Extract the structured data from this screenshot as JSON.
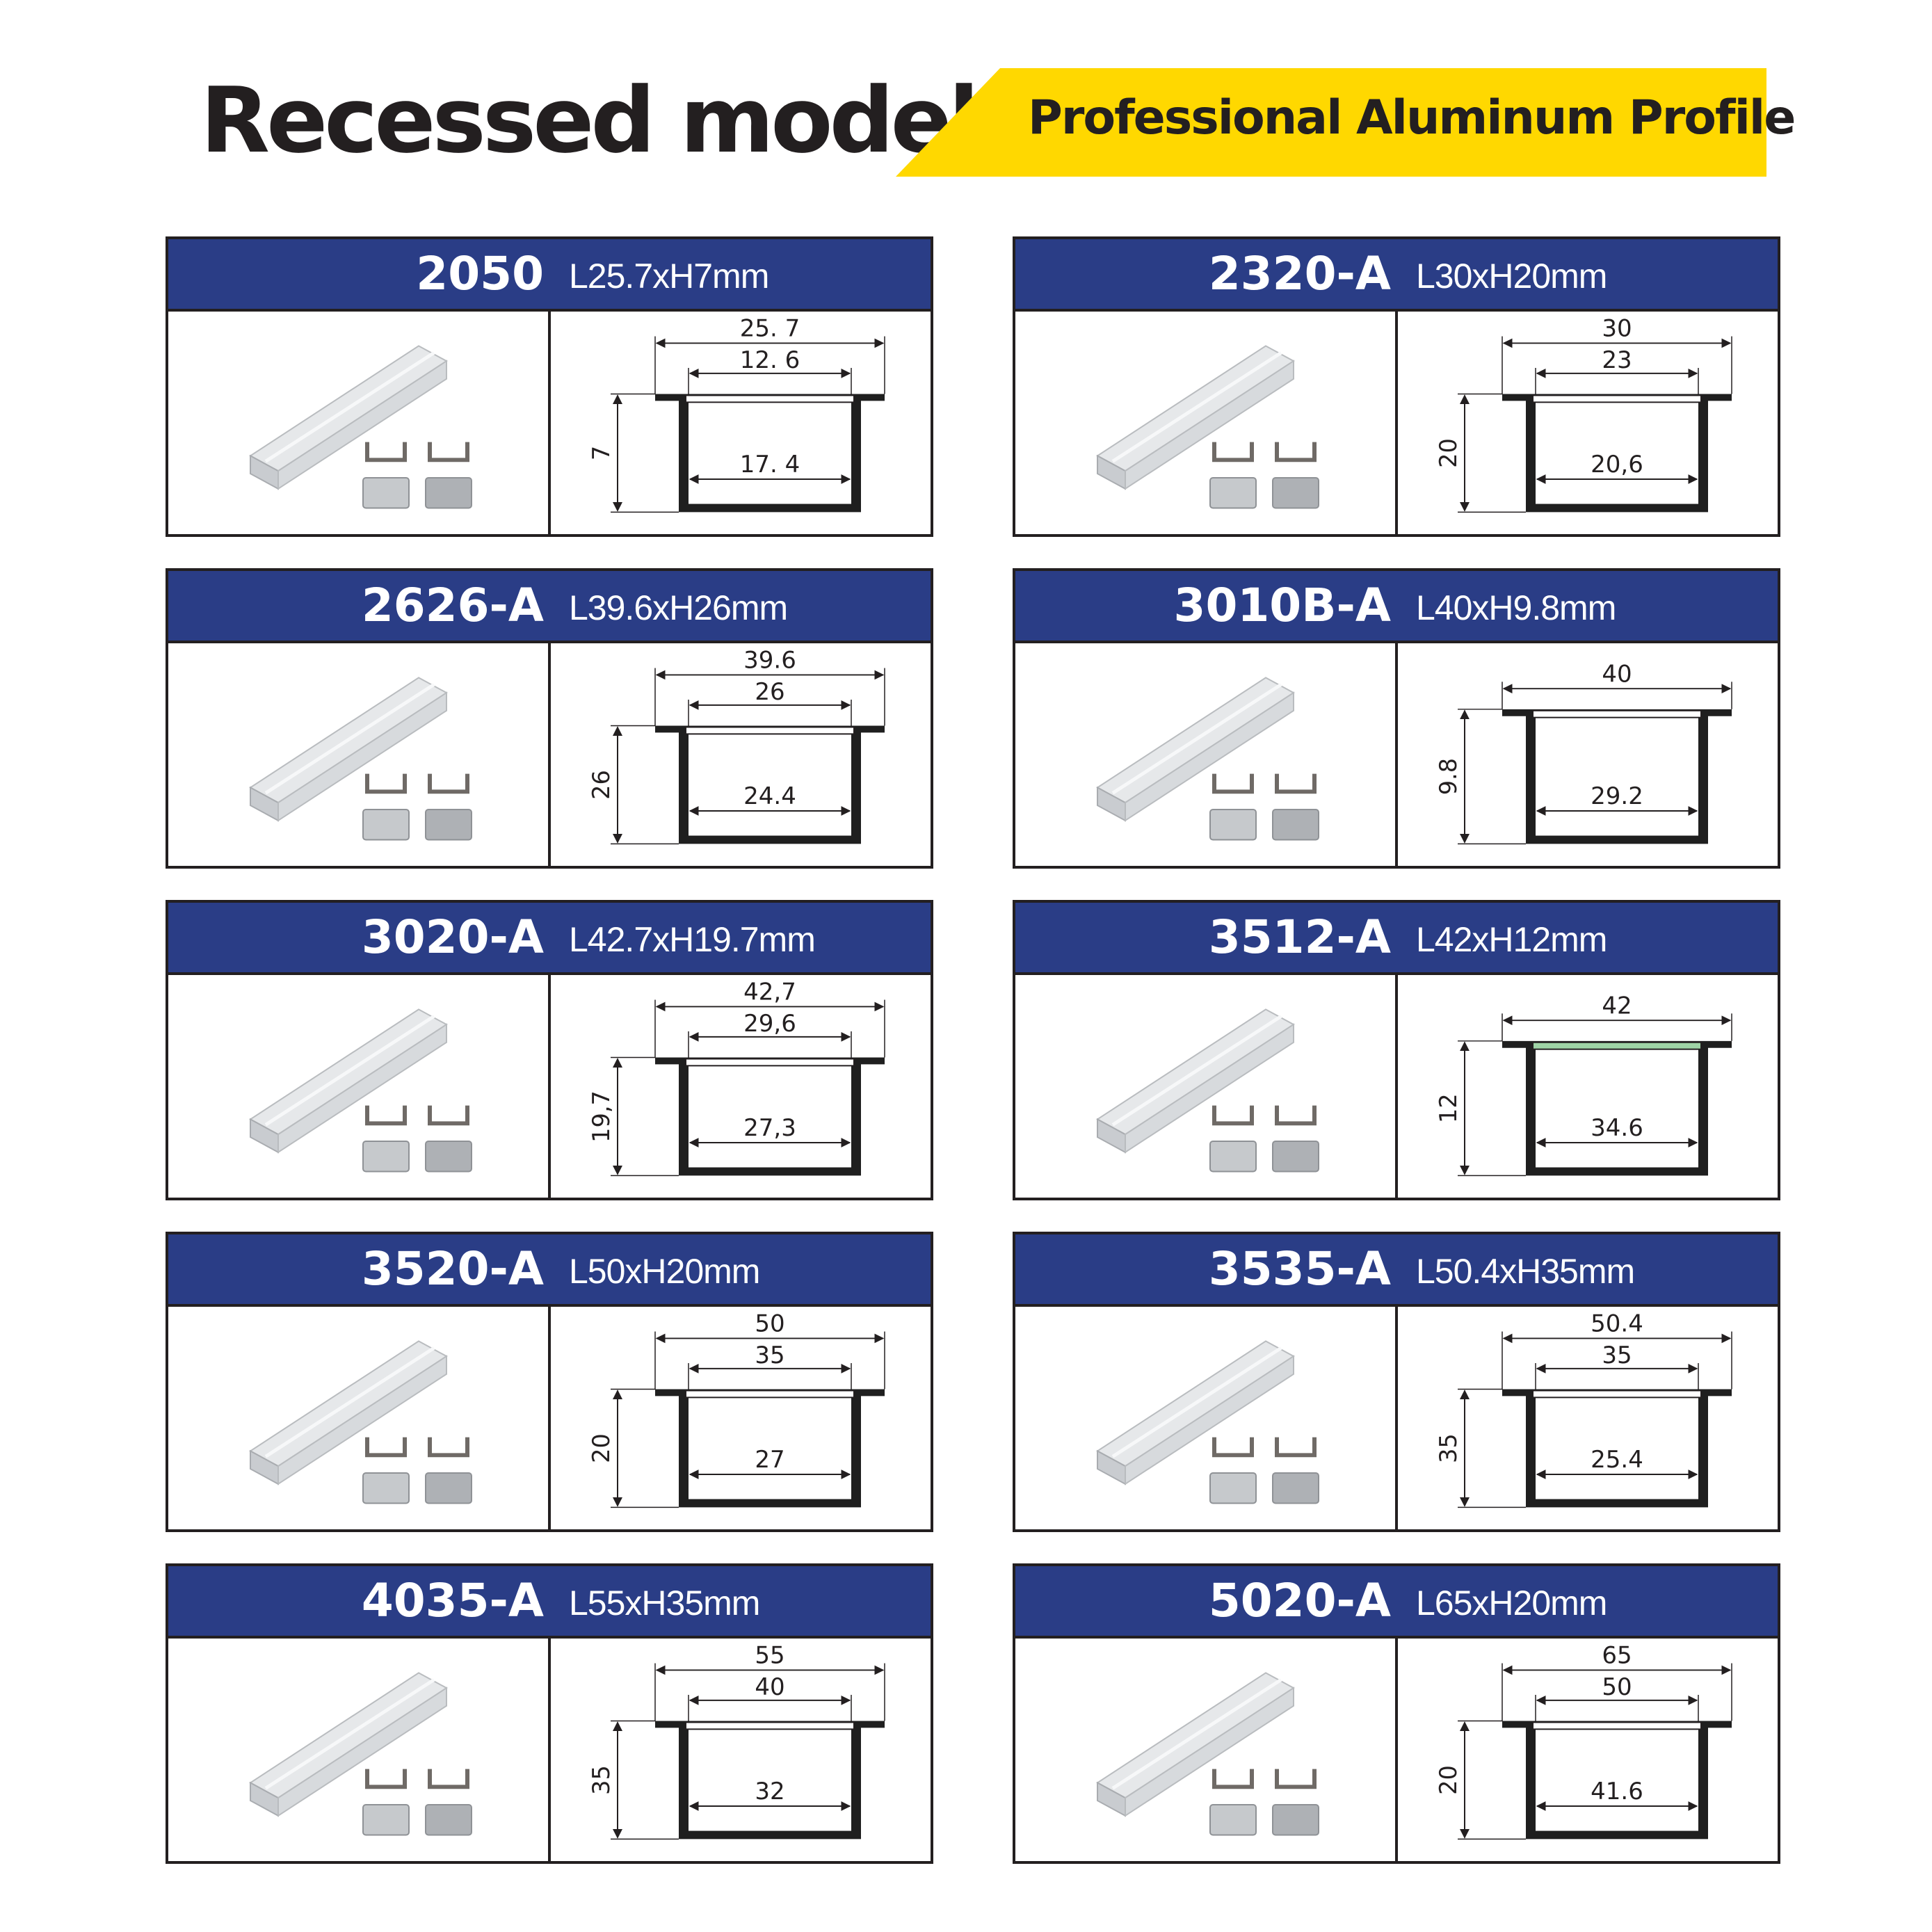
{
  "header": {
    "title": "Recessed model",
    "banner": "Professional Aluminum Profile"
  },
  "colors": {
    "banner": "#ffd800",
    "card_header": "#2a3d86",
    "border": "#231f20",
    "diffuser_green": "#9fd4a6"
  },
  "products": [
    {
      "model": "2050",
      "dims": "L25.7xH7mm",
      "drawing": {
        "outer": "25. 7",
        "inner": "12. 6",
        "bottom": "17. 4",
        "height": "7"
      },
      "has_green": false
    },
    {
      "model": "2320-A",
      "dims": "L30xH20mm",
      "drawing": {
        "outer": "30",
        "inner": "23",
        "bottom": "20,6",
        "height": "20"
      },
      "has_green": false
    },
    {
      "model": "2626-A",
      "dims": "L39.6xH26mm",
      "drawing": {
        "outer": "39.6",
        "inner": "26",
        "bottom": "24.4",
        "height": "26"
      },
      "has_green": false
    },
    {
      "model": "3010B-A",
      "dims": "L40xH9.8mm",
      "drawing": {
        "outer": "40",
        "inner": "",
        "bottom": "29.2",
        "height": "9.8"
      },
      "has_green": false
    },
    {
      "model": "3020-A",
      "dims": "L42.7xH19.7mm",
      "drawing": {
        "outer": "42,7",
        "inner": "29,6",
        "bottom": "27,3",
        "height": "19,7"
      },
      "has_green": false
    },
    {
      "model": "3512-A",
      "dims": "L42xH12mm",
      "drawing": {
        "outer": "42",
        "inner": "",
        "bottom": "34.6",
        "height": "12"
      },
      "has_green": true
    },
    {
      "model": "3520-A",
      "dims": "L50xH20mm",
      "drawing": {
        "outer": "50",
        "inner": "35",
        "bottom": "27",
        "height": "20"
      },
      "has_green": false
    },
    {
      "model": "3535-A",
      "dims": "L50.4xH35mm",
      "drawing": {
        "outer": "50.4",
        "inner": "35",
        "bottom": "25.4",
        "height": "35"
      },
      "has_green": false
    },
    {
      "model": "4035-A",
      "dims": "L55xH35mm",
      "drawing": {
        "outer": "55",
        "inner": "40",
        "bottom": "32",
        "height": "35"
      },
      "has_green": false
    },
    {
      "model": "5020-A",
      "dims": "L65xH20mm",
      "drawing": {
        "outer": "65",
        "inner": "50",
        "bottom": "41.6",
        "height": "20"
      },
      "has_green": false
    }
  ]
}
